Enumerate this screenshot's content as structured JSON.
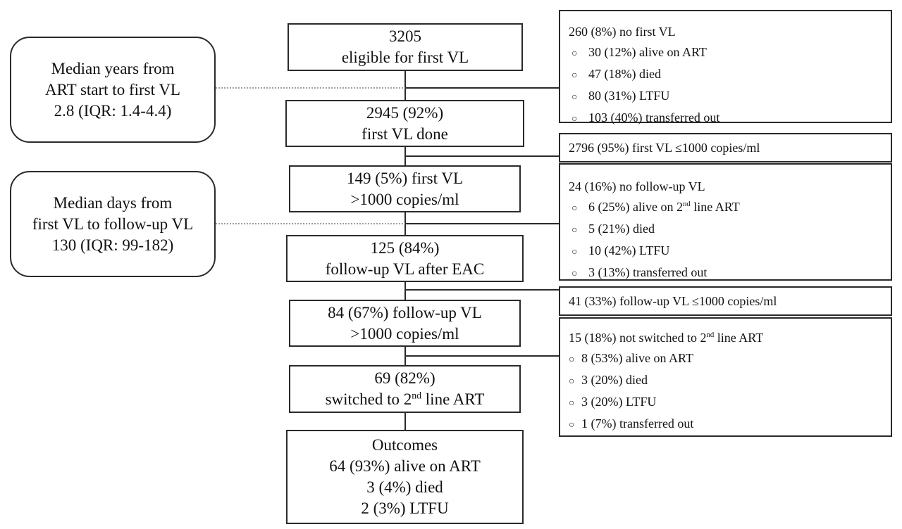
{
  "main_boxes": [
    {
      "line1": "3205",
      "line2": "eligible for first VL"
    },
    {
      "line1": "2945 (92%)",
      "line2": "first VL done"
    },
    {
      "line1": "149 (5%) first VL",
      "line2": ">1000 copies/ml"
    },
    {
      "line1": "125 (84%)",
      "line2": "follow-up VL after EAC"
    },
    {
      "line1": "84 (67%) follow-up VL",
      "line2": ">1000 copies/ml"
    },
    {
      "line1": "69 (82%)",
      "line2_pre": "switched to 2",
      "line2_sup": "nd",
      "line2_post": " line ART"
    },
    {
      "title": "Outcomes",
      "lines": [
        "64 (93%) alive on ART",
        "3 (4%) died",
        "2 (3%) LTFU"
      ]
    }
  ],
  "notes": [
    {
      "lines": [
        "Median years from",
        "ART start to first VL",
        "2.8 (IQR: 1.4-4.4)"
      ]
    },
    {
      "lines": [
        "Median days from",
        "first VL to follow-up VL",
        "130 (IQR: 99-182)"
      ]
    }
  ],
  "side_boxes": {
    "no_first_vl": {
      "header": "260 (8%) no first VL",
      "items": [
        "30 (12%) alive on ART",
        "47 (18%) died",
        "80 (31%) LTFU",
        "103 (40%) transferred out"
      ]
    },
    "first_vl_suppressed": {
      "text": "2796 (95%) first VL ≤1000 copies/ml"
    },
    "no_followup_vl": {
      "header": "24 (16%) no follow-up VL",
      "item1_pre": "6 (25%) alive on 2",
      "item1_sup": "nd",
      "item1_post": " line ART",
      "items": [
        "5 (21%) died",
        "10 (42%) LTFU",
        "3 (13%) transferred out"
      ]
    },
    "followup_suppressed": {
      "text": "41 (33%) follow-up VL ≤1000 copies/ml"
    },
    "not_switched": {
      "header_pre": "15 (18%) not switched to 2",
      "header_sup": "nd",
      "header_post": " line ART",
      "items": [
        "8 (53%) alive on ART",
        "3 (20%) died",
        "3 (20%) LTFU",
        "1 (7%) transferred out"
      ]
    }
  },
  "bullet_symbol": "○",
  "colors": {
    "border": "#2a2a2a",
    "text": "#111111"
  }
}
